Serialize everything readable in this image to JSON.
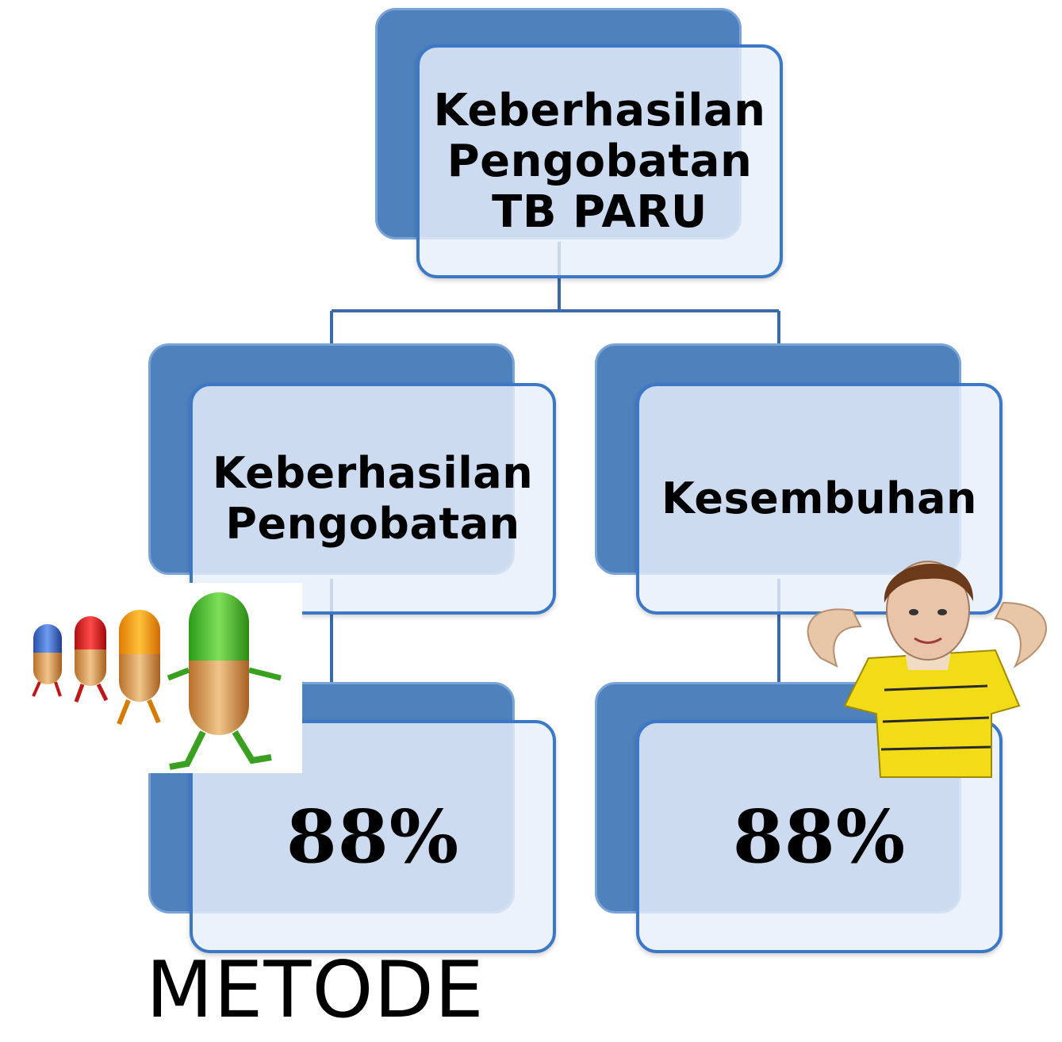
{
  "diagram": {
    "root": {
      "lines": [
        "Keberhasilan",
        "Pengobatan",
        "TB PARU"
      ]
    },
    "left_child": {
      "lines": [
        "Keberhasilan",
        "Pengobatan"
      ],
      "value": "88%"
    },
    "right_child": {
      "lines": [
        "Kesembuhan"
      ],
      "value": "88%"
    },
    "footer": "METODE",
    "colors": {
      "back_fill": "#4f81bd",
      "front_fill": "#e8eff9",
      "front_border": "#3d78c6",
      "connector": "#3a6aa8"
    },
    "images": {
      "left": "cartoon-pills-walking",
      "right": "boy-flexing-muscles"
    }
  }
}
